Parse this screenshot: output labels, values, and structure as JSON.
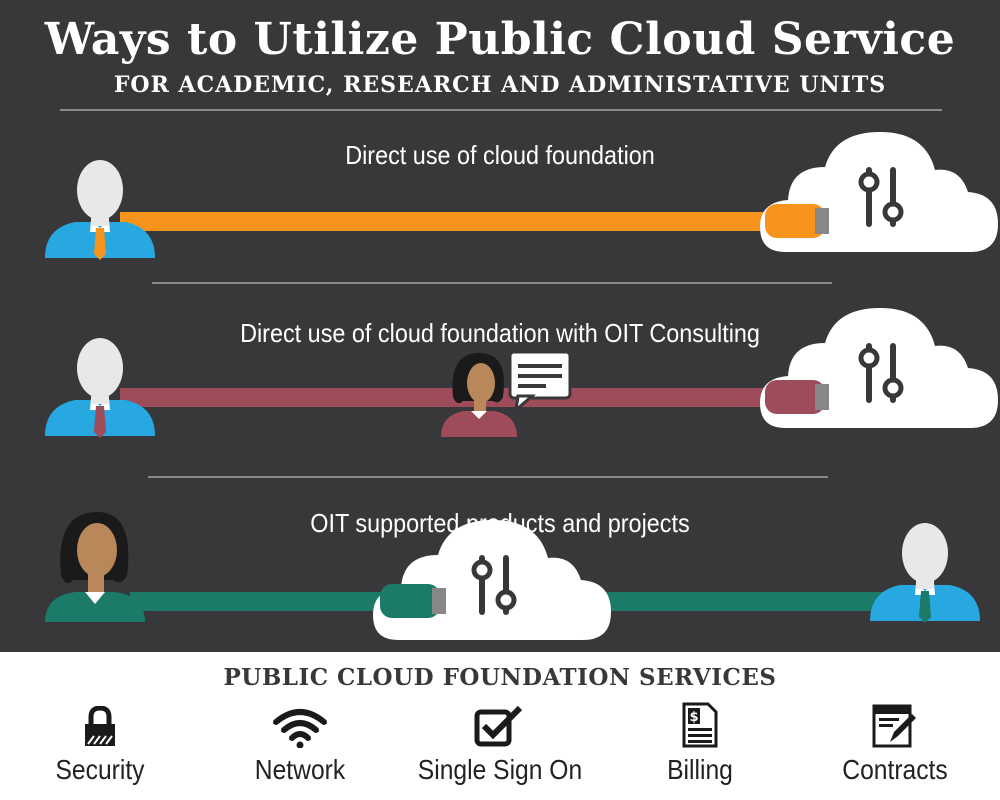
{
  "header": {
    "title": "Ways to Utilize Public Cloud Service",
    "subtitle": "FOR ACADEMIC, RESEARCH AND ADMINISTATIVE UNITS"
  },
  "rows": [
    {
      "label": "Direct use of cloud foundation",
      "color": "#f7941d"
    },
    {
      "label": "Direct use of cloud foundation with OIT Consulting",
      "color": "#9e4b5a"
    },
    {
      "label": "OIT supported products and projects",
      "color": "#1b7a68"
    }
  ],
  "colors": {
    "background": "#38373a",
    "person_shirt": "#27a8e0",
    "skin": "#b8875a",
    "cloud": "#ffffff",
    "plug": "#888888"
  },
  "footer": {
    "title": "PUBLIC CLOUD FOUNDATION SERVICES",
    "services": [
      {
        "label": "Security",
        "icon": "lock-icon"
      },
      {
        "label": "Network",
        "icon": "wifi-icon"
      },
      {
        "label": "Single Sign On",
        "icon": "checkbox-icon"
      },
      {
        "label": "Billing",
        "icon": "billing-document-icon"
      },
      {
        "label": "Contracts",
        "icon": "contract-pen-icon"
      }
    ]
  }
}
